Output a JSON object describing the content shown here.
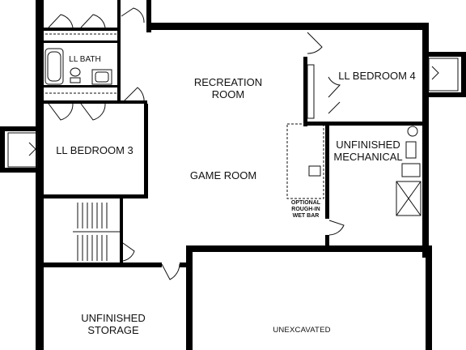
{
  "floorplan": {
    "rooms": {
      "ll_bath": "LL BATH",
      "ll_bedroom_3": "LL BEDROOM 3",
      "ll_bedroom_4": "LL BEDROOM 4",
      "recreation_room_line1": "RECREATION",
      "recreation_room_line2": "ROOM",
      "game_room": "GAME ROOM",
      "unfinished_mechanical_line1": "UNFINISHED",
      "unfinished_mechanical_line2": "MECHANICAL",
      "unfinished_storage_line1": "UNFINISHED",
      "unfinished_storage_line2": "STORAGE",
      "unexcavated": "UNEXCAVATED"
    },
    "notes": {
      "wet_bar_line1": "OPTIONAL",
      "wet_bar_line2": "ROUGH-IN",
      "wet_bar_line3": "WET BAR"
    }
  }
}
